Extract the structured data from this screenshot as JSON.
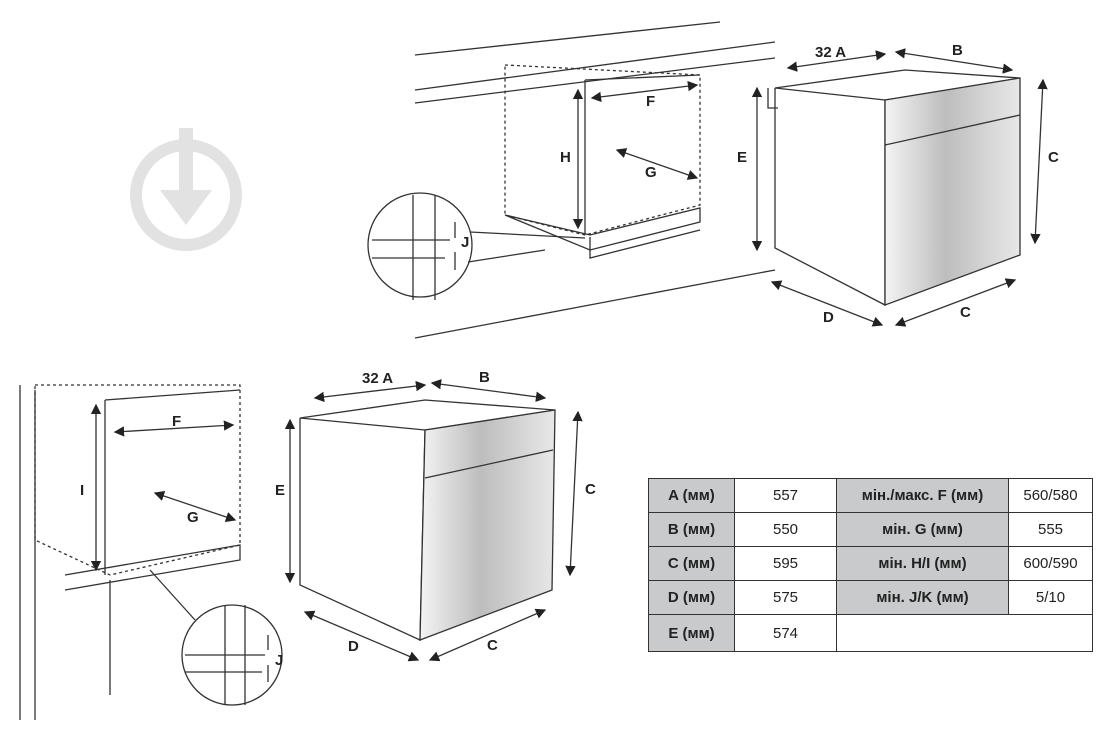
{
  "colors": {
    "header_cell": "#c8cacb",
    "line": "#333333",
    "watermark": "#e0e0e0"
  },
  "watermark_icon": "download-circle-logo",
  "top_cabinet": {
    "labels": {
      "F": "F",
      "H": "H",
      "G": "G",
      "J": "J"
    }
  },
  "top_oven": {
    "labels": {
      "A": "32 A",
      "B": "B",
      "E": "E",
      "C_right": "C",
      "D": "D",
      "C_bottom": "C"
    }
  },
  "bottom_cabinet": {
    "labels": {
      "F": "F",
      "I": "I",
      "G": "G",
      "J": "J"
    }
  },
  "bottom_oven": {
    "labels": {
      "A": "32 A",
      "B": "B",
      "E": "E",
      "C_right": "C",
      "D": "D",
      "C_bottom": "C"
    }
  },
  "table": {
    "rows": [
      {
        "k1": "A (мм)",
        "v1": "557",
        "k2": "мін./макс. F (мм)",
        "v2": "560/580"
      },
      {
        "k1": "B (мм)",
        "v1": "550",
        "k2": "мін. G (мм)",
        "v2": "555"
      },
      {
        "k1": "C (мм)",
        "v1": "595",
        "k2": "мін. H/I (мм)",
        "v2": "600/590"
      },
      {
        "k1": "D (мм)",
        "v1": "575",
        "k2": "мін. J/K (мм)",
        "v2": "5/10"
      },
      {
        "k1": "E (мм)",
        "v1": "574"
      }
    ]
  }
}
